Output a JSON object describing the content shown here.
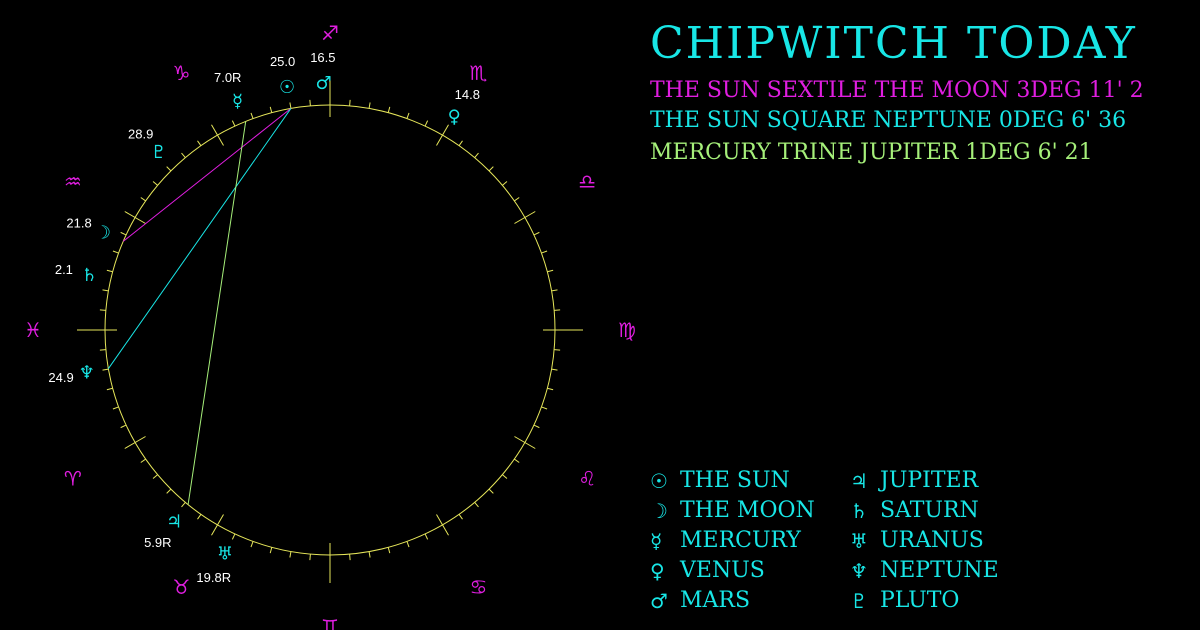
{
  "title": "CHIPWITCH TODAY",
  "aspects": [
    {
      "text": "THE SUN SEXTILE THE MOON 3DEG 11' 2",
      "color": "#e01ee0"
    },
    {
      "text": "THE SUN SQUARE NEPTUNE 0DEG 6' 36",
      "color": "#18e6e6"
    },
    {
      "text": "MERCURY TRINE JUPITER 1DEG 6' 21",
      "color": "#a6f07a"
    }
  ],
  "legend": [
    {
      "glyph": "☉",
      "name": "THE SUN",
      "icon": "sun-icon"
    },
    {
      "glyph": "☽",
      "name": "THE MOON",
      "icon": "moon-icon"
    },
    {
      "glyph": "☿",
      "name": "MERCURY",
      "icon": "mercury-icon"
    },
    {
      "glyph": "♀",
      "name": "VENUS",
      "icon": "venus-icon"
    },
    {
      "glyph": "♂",
      "name": "MARS",
      "icon": "mars-icon"
    },
    {
      "glyph": "♃",
      "name": "JUPITER",
      "icon": "jupiter-icon"
    },
    {
      "glyph": "♄",
      "name": "SATURN",
      "icon": "saturn-icon"
    },
    {
      "glyph": "♅",
      "name": "URANUS",
      "icon": "uranus-icon"
    },
    {
      "glyph": "♆",
      "name": "NEPTUNE",
      "icon": "neptune-icon"
    },
    {
      "glyph": "♇",
      "name": "PLUTO",
      "icon": "pluto-icon"
    }
  ],
  "chart_data": {
    "type": "natal-wheel",
    "ascendant_sign": "Pisces",
    "signs": [
      {
        "name": "Aries",
        "glyph": "♈"
      },
      {
        "name": "Taurus",
        "glyph": "♉"
      },
      {
        "name": "Gemini",
        "glyph": "♊"
      },
      {
        "name": "Cancer",
        "glyph": "♋"
      },
      {
        "name": "Leo",
        "glyph": "♌"
      },
      {
        "name": "Virgo",
        "glyph": "♍"
      },
      {
        "name": "Libra",
        "glyph": "♎"
      },
      {
        "name": "Scorpio",
        "glyph": "♏"
      },
      {
        "name": "Sagittarius",
        "glyph": "♐"
      },
      {
        "name": "Capricorn",
        "glyph": "♑"
      },
      {
        "name": "Aquarius",
        "glyph": "♒"
      },
      {
        "name": "Pisces",
        "glyph": "♓"
      }
    ],
    "planets": [
      {
        "name": "Sun",
        "glyph": "☉",
        "sign": "Sagittarius",
        "label": "25.0",
        "longitude": 265.0
      },
      {
        "name": "Moon",
        "glyph": "☽",
        "sign": "Aquarius",
        "label": "21.8",
        "longitude": 321.8
      },
      {
        "name": "Mercury",
        "glyph": "☿",
        "sign": "Capricorn",
        "label": "7.0R",
        "longitude": 277.0
      },
      {
        "name": "Venus",
        "glyph": "♀",
        "sign": "Scorpio",
        "label": "14.8",
        "longitude": 224.8
      },
      {
        "name": "Mars",
        "glyph": "♂",
        "sign": "Sagittarius",
        "label": "16.5",
        "longitude": 256.5
      },
      {
        "name": "Jupiter",
        "glyph": "♃",
        "sign": "Taurus",
        "label": "5.9R",
        "longitude": 35.9
      },
      {
        "name": "Saturn",
        "glyph": "♄",
        "sign": "Pisces",
        "label": "2.1",
        "longitude": 332.1
      },
      {
        "name": "Uranus",
        "glyph": "♅",
        "sign": "Taurus",
        "label": "19.8R",
        "longitude": 49.8
      },
      {
        "name": "Neptune",
        "glyph": "♆",
        "sign": "Pisces",
        "label": "24.9",
        "longitude": 354.9
      },
      {
        "name": "Pluto",
        "glyph": "♇",
        "sign": "Capricorn",
        "label": "28.9",
        "longitude": 298.9
      }
    ],
    "aspect_lines": [
      {
        "from": "Sun",
        "to": "Moon",
        "color": "#e01ee0"
      },
      {
        "from": "Sun",
        "to": "Neptune",
        "color": "#18e6e6"
      },
      {
        "from": "Mercury",
        "to": "Jupiter",
        "color": "#a6f07a"
      }
    ],
    "colors": {
      "ring": "#e6e65a",
      "sign_glyph": "#e01ee0",
      "planet_glyph": "#18e6e6",
      "degree_label": "#ffffff"
    }
  }
}
